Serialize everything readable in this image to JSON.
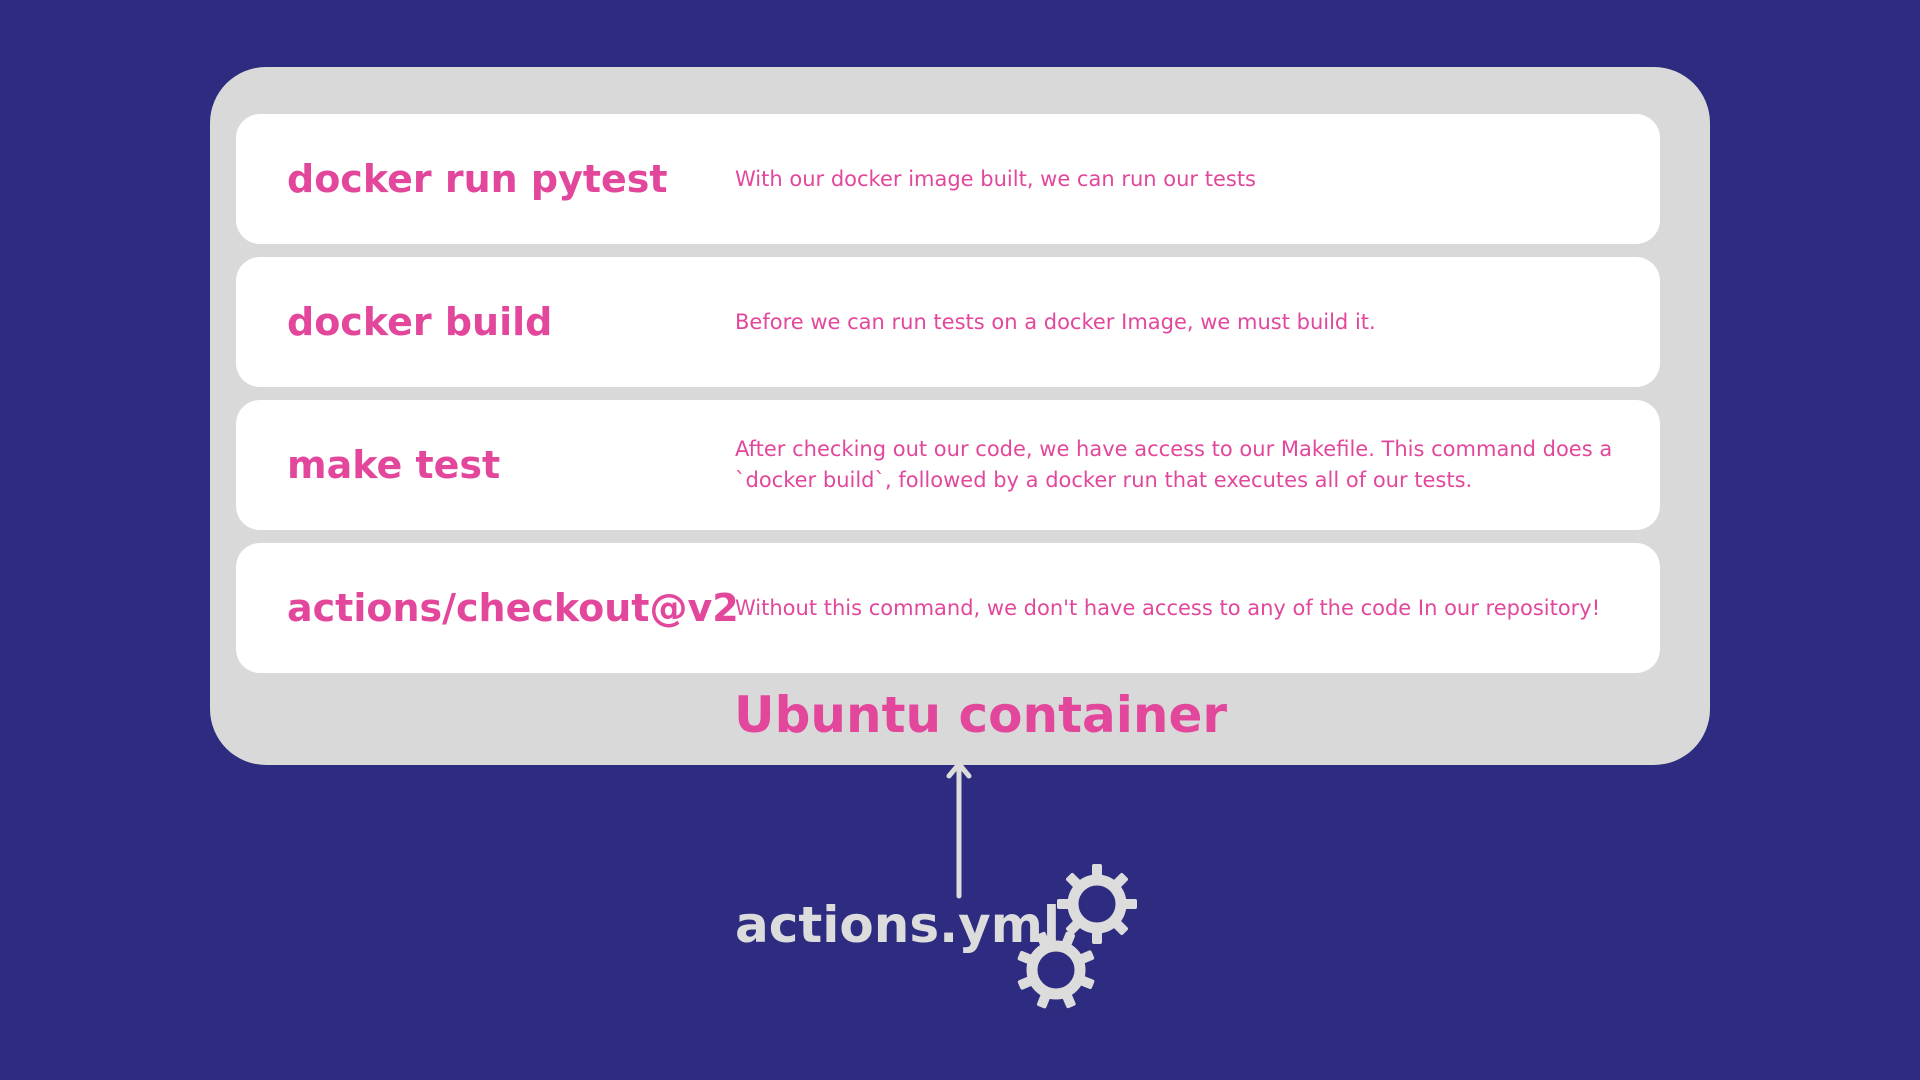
{
  "container": {
    "label": "Ubuntu container"
  },
  "steps": [
    {
      "command": "docker run pytest",
      "description": "With our docker image built, we can run our tests"
    },
    {
      "command": "docker build",
      "description": "Before we can run tests on a docker Image, we must build it."
    },
    {
      "command": "make test",
      "description": "After checking out our code, we have access to our Makefile. This command does a `docker build`, followed by a docker run that executes all of our tests."
    },
    {
      "command": "actions/checkout@v2",
      "description": "Without this command, we don't have access to any of the code In our repository!"
    }
  ],
  "trigger": {
    "label": "actions.yml",
    "icon": "gears-icon"
  },
  "colors": {
    "background": "#2e2c80",
    "accent": "#e2479c",
    "container": "#d9d9d9",
    "card": "#ffffff",
    "light": "#dcdcdc"
  }
}
